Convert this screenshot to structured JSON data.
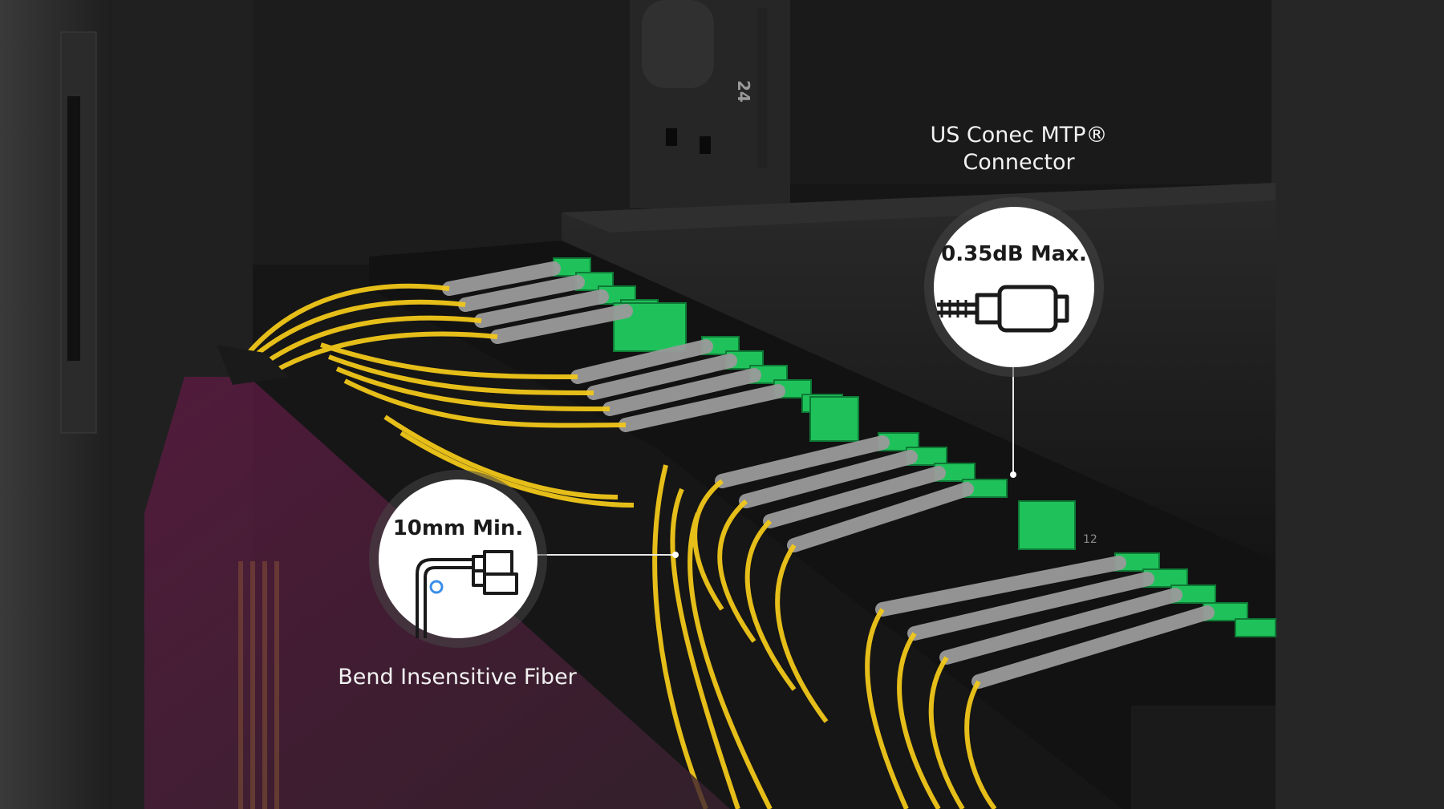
{
  "callouts": {
    "connector": {
      "title_line1": "US Conec MTP®",
      "title_line2": "Connector",
      "badge": "0.35dB Max.",
      "icon": "mtp-connector-icon"
    },
    "fiber": {
      "title": "Bend Insensitive Fiber",
      "badge": "10mm Min.",
      "icon": "bend-fiber-icon"
    }
  },
  "rack_unit_marking": "24",
  "port_count_marking": "12",
  "colors": {
    "fiber_yellow": "#f2c81a",
    "connector_green": "#1fc25a",
    "boot_grey": "#c9c9c9",
    "panel_black": "#1b1b1b",
    "shield_magenta": "#6b1e4a"
  }
}
